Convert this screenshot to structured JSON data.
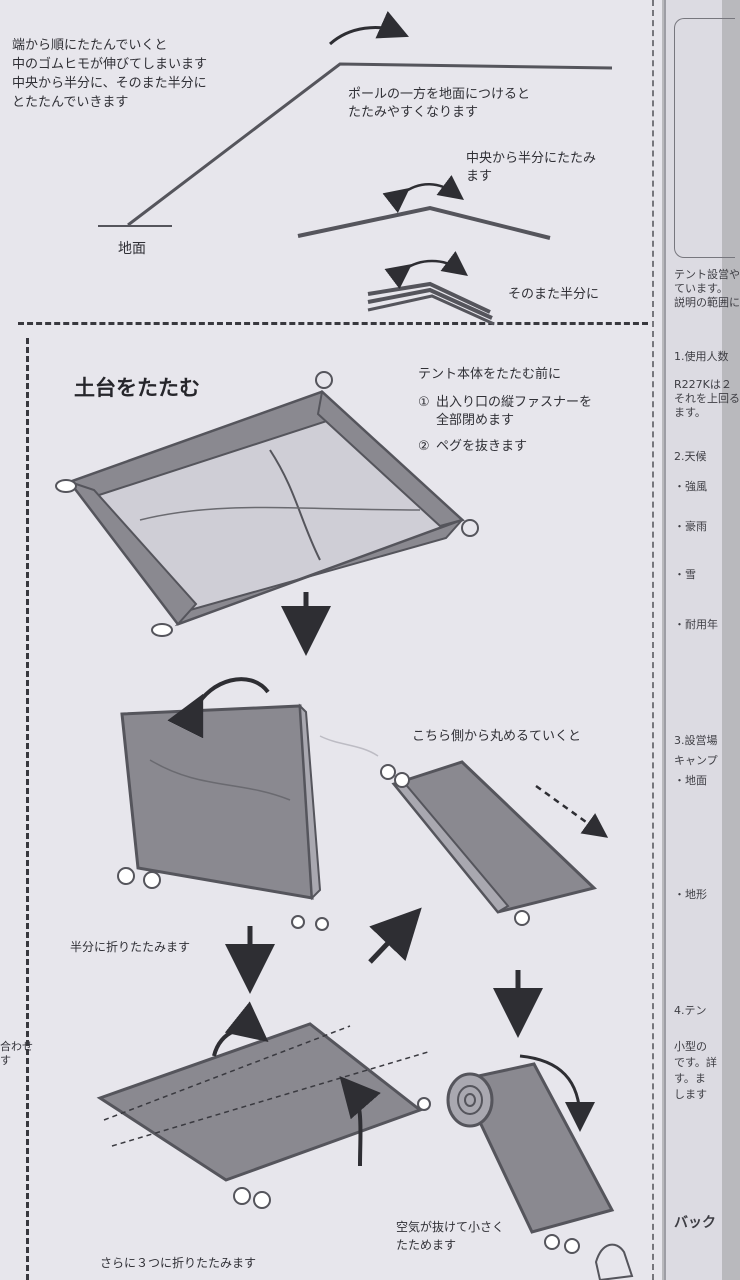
{
  "pole_section": {
    "intro_text": "端から順にたたんでいくと\n中のゴムヒモが伸びてしまいます\n中央から半分に、そのまた半分に\nとたたんでいきます",
    "ground_label": "地面",
    "pole_end_note": "ポールの一方を地面につけると\nたたみやすくなります",
    "fold_center_note": "中央から半分にたたみ\nます",
    "fold_again_note": "そのまた半分に"
  },
  "base_section": {
    "title": "土台をたたむ",
    "before_heading": "テント本体をたたむ前に",
    "steps": [
      {
        "num": "①",
        "text": "出入り口の縦ファスナーを\n全部閉めます"
      },
      {
        "num": "②",
        "text": "ペグを抜きます"
      }
    ],
    "fold_half_caption": "半分に折りたたみます",
    "fold_three_caption": "さらに３つに折りたたみます",
    "roll_caption": "こちら側から丸めるていくと",
    "air_caption": "空気が抜けて小さく\nたためます"
  },
  "right_page": {
    "fragments": [
      "テント設営や",
      "ています。",
      "説明の範囲に",
      "1.使用人数",
      "R227Kは２",
      "それを上回る",
      "ます。",
      "2.天候",
      "・強風",
      "・豪雨",
      "・雪",
      "・耐用年",
      "3.設営場",
      "キャンプ",
      "・地面",
      "・地形",
      "4.テン",
      "小型の",
      "です。詳",
      "す。ま",
      "します",
      "バック"
    ]
  },
  "left_page": {
    "fragment": "合わせ\nす"
  },
  "colors": {
    "paper": "#e7e6ec",
    "ink": "#2e2e33",
    "tent_fill": "#8a8990",
    "tent_floor": "#a9a8b0"
  }
}
